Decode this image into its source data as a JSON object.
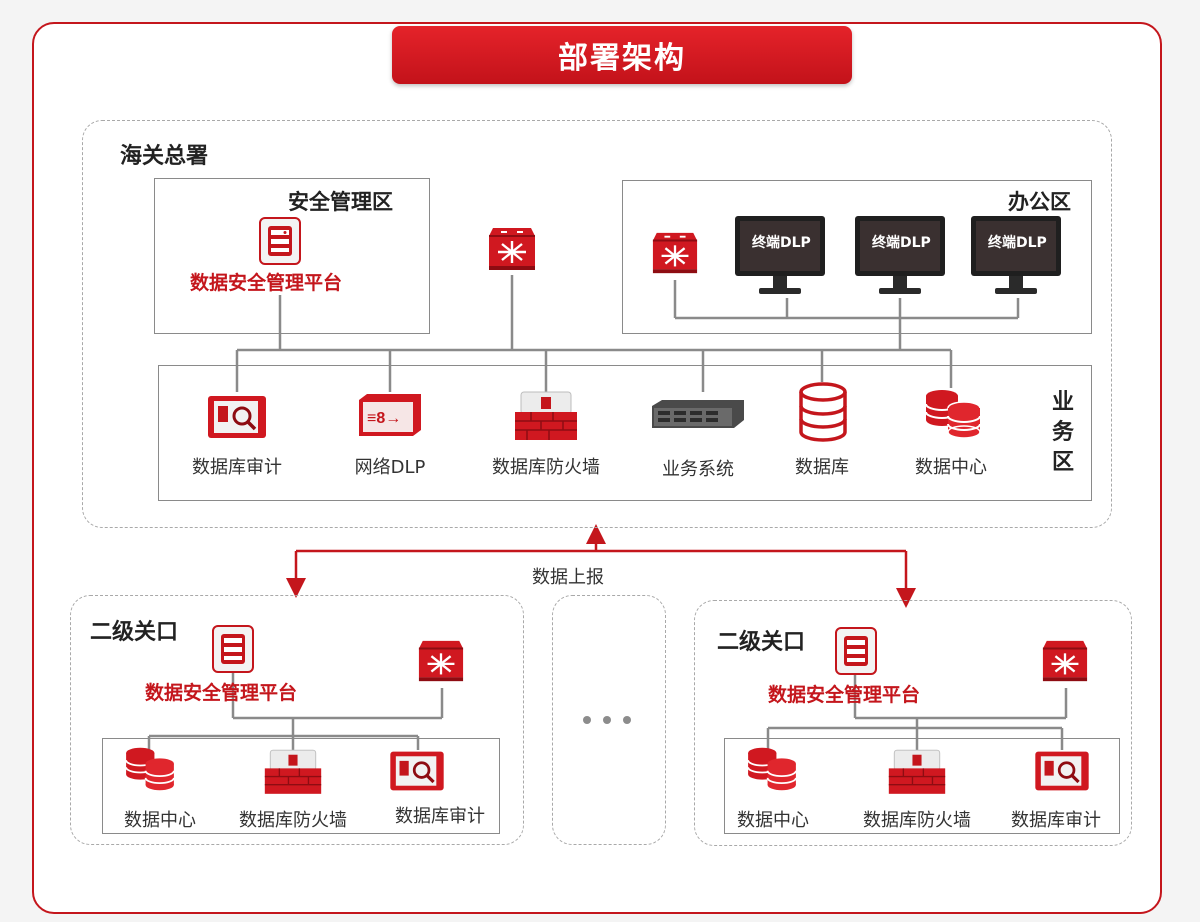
{
  "title": "部署架构",
  "hq": {
    "title": "海关总署",
    "security_zone": {
      "title": "安全管理区",
      "platform": "数据安全管理平台"
    },
    "office_zone": {
      "title": "办公区",
      "terminals": [
        "终端DLP",
        "终端DLP",
        "终端DLP"
      ]
    },
    "business_zone": {
      "title_chars": [
        "业",
        "务",
        "区"
      ],
      "devices": [
        "数据库审计",
        "网络DLP",
        "数据库防火墙",
        "业务系统",
        "数据库",
        "数据中心"
      ]
    }
  },
  "data_report": "数据上报",
  "branches": [
    {
      "title": "二级关口",
      "platform": "数据安全管理平台",
      "devices": [
        "数据中心",
        "数据库防火墙",
        "数据库审计"
      ]
    },
    {
      "title": "二级关口",
      "platform": "数据安全管理平台",
      "devices": [
        "数据中心",
        "数据库防火墙",
        "数据库审计"
      ]
    }
  ],
  "colors": {
    "accent": "#c4161c",
    "line": "#8a8a8a"
  }
}
